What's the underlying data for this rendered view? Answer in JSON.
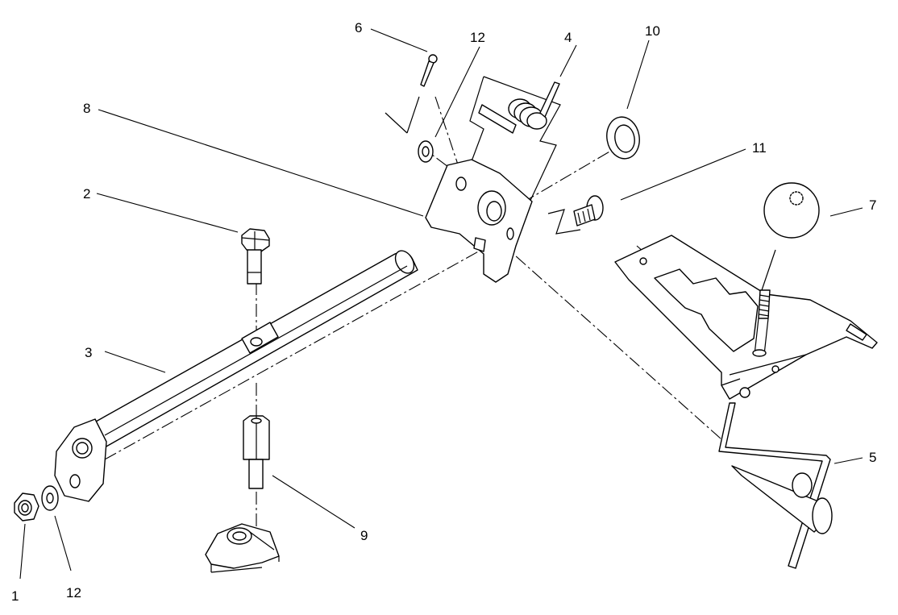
{
  "callouts": [
    {
      "id": "c1",
      "text": "1"
    },
    {
      "id": "c2",
      "text": "2"
    },
    {
      "id": "c3",
      "text": "3"
    },
    {
      "id": "c4",
      "text": "4"
    },
    {
      "id": "c5",
      "text": "5"
    },
    {
      "id": "c6",
      "text": "6"
    },
    {
      "id": "c7",
      "text": "7"
    },
    {
      "id": "c8",
      "text": "8"
    },
    {
      "id": "c9",
      "text": "9"
    },
    {
      "id": "c10",
      "text": "10"
    },
    {
      "id": "c11",
      "text": "11"
    },
    {
      "id": "c12a",
      "text": "12"
    },
    {
      "id": "c12b",
      "text": "12"
    }
  ]
}
